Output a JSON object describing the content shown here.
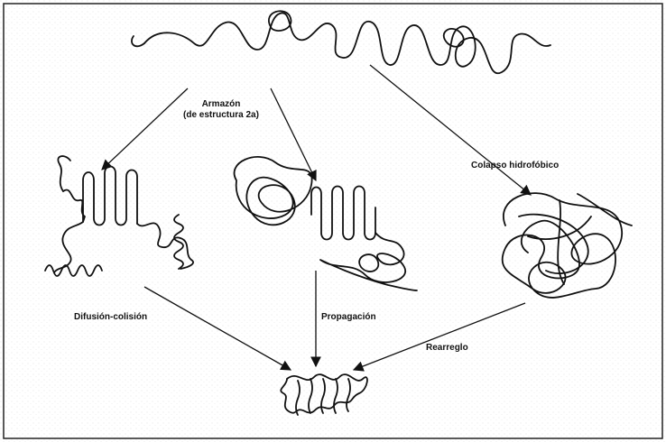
{
  "labels": {
    "scaffold_line1": "Armazón",
    "scaffold_line2": "(de estructura 2a)",
    "hydrophobic_collapse": "Colapso hidrofóbico",
    "diffusion_collision": "Difusión-colisión",
    "propagation": "Propagación",
    "rearrangement": "Rearreglo"
  },
  "colors": {
    "ink": "#111111",
    "frame": "#222222",
    "background": "#ffffff"
  }
}
